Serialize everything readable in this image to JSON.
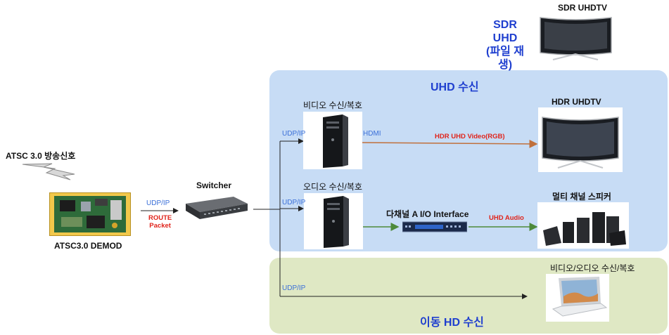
{
  "source": {
    "signal_label": "ATSC 3.0 방송신호",
    "demod_label": "ATSC3.0 DEMOD",
    "link_proto": "UDP/IP",
    "link_packet": "ROUTE\nPacket"
  },
  "switcher": {
    "label": "Switcher"
  },
  "sdr": {
    "title": "SDR UHDTV",
    "subtitle": "SDR UHD\n(파일 재생)"
  },
  "uhd_zone": {
    "title": "UHD 수신",
    "video_decoder": {
      "label": "비디오 수신/복호",
      "in_proto": "UDP/IP",
      "out_port": "HDMI",
      "out_signal": "HDR UHD Video(RGB)"
    },
    "hdr_tv": {
      "label": "HDR UHDTV"
    },
    "audio_decoder": {
      "label": "오디오 수신/복호",
      "in_proto": "UDP/IP"
    },
    "audio_interface": {
      "label": "다채널 A I/O Interface",
      "out_signal": "UHD Audio"
    },
    "speakers": {
      "label": "멀티 채널 스피커"
    }
  },
  "hd_zone": {
    "title": "이동 HD 수신",
    "in_proto": "UDP/IP",
    "laptop_label": "비디오/오디오 수신/복호"
  },
  "colors": {
    "uhd_panel": "#c7dcf5",
    "hd_panel": "#dfe8c4",
    "accent_blue": "#1f3fcf",
    "red": "#e0241b",
    "line_orange": "#c0703c",
    "line_green": "#4e8a3a"
  }
}
